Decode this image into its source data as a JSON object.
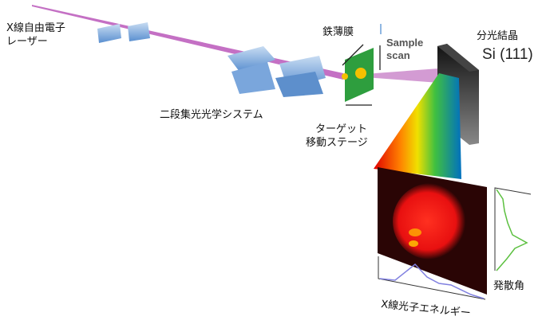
{
  "labels": {
    "xfel_line1": "X線自由電子",
    "xfel_line2": "レーザー",
    "focusing_optics": "二段集光光学システム",
    "iron_film": "鉄薄膜",
    "sample_scan_line1": "Sample",
    "sample_scan_line2": "scan",
    "crystal": "分光結晶",
    "crystal_type": "Si (111)",
    "stage_line1": "ターゲット",
    "stage_line2": "移動ステージ",
    "photon_energy": "X線光子エネルギー",
    "divergence": "発散角"
  },
  "colors": {
    "beam": "#b040b0",
    "mirror": "#6a9fd8",
    "target": "#2e9e3e",
    "crystal": "#333333",
    "energy_profile": "#8080e0",
    "divergence_profile": "#5cc040"
  }
}
